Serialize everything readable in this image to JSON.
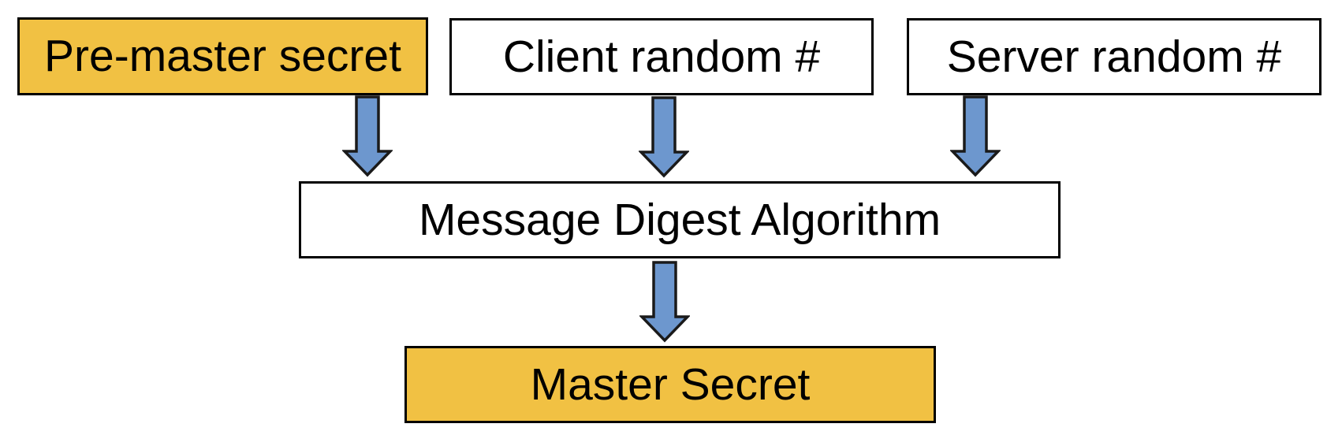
{
  "colors": {
    "highlight_fill": "#F1C143",
    "plain_fill": "#FFFFFF",
    "border": "#000000",
    "arrow_fill": "#6D97CE",
    "arrow_outline": "#1A1A1A"
  },
  "diagram": {
    "nodes": {
      "pre_master_secret": {
        "label": "Pre-master secret"
      },
      "client_random": {
        "label": "Client random #"
      },
      "server_random": {
        "label": "Server random #"
      },
      "digest_algorithm": {
        "label": "Message Digest Algorithm"
      },
      "master_secret": {
        "label": "Master Secret"
      }
    }
  }
}
